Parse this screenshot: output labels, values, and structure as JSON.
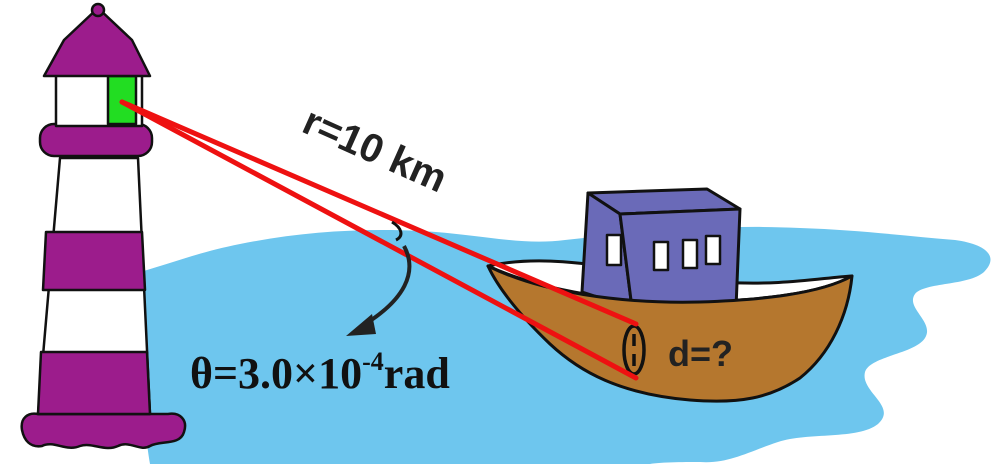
{
  "labels": {
    "distance": "r=10 km",
    "angle": "θ=3.0×10",
    "angle_exponent": "-4",
    "angle_unit": "rad",
    "size": "d=?"
  },
  "colors": {
    "water": "#6ec6ee",
    "lighthouse_purple": "#9c1c8c",
    "lamp_green": "#22dd22",
    "hull_brown": "#b5772e",
    "cabin_blue": "#6a6ab8",
    "sight_line_red": "#ee1111",
    "outline": "#111111"
  }
}
